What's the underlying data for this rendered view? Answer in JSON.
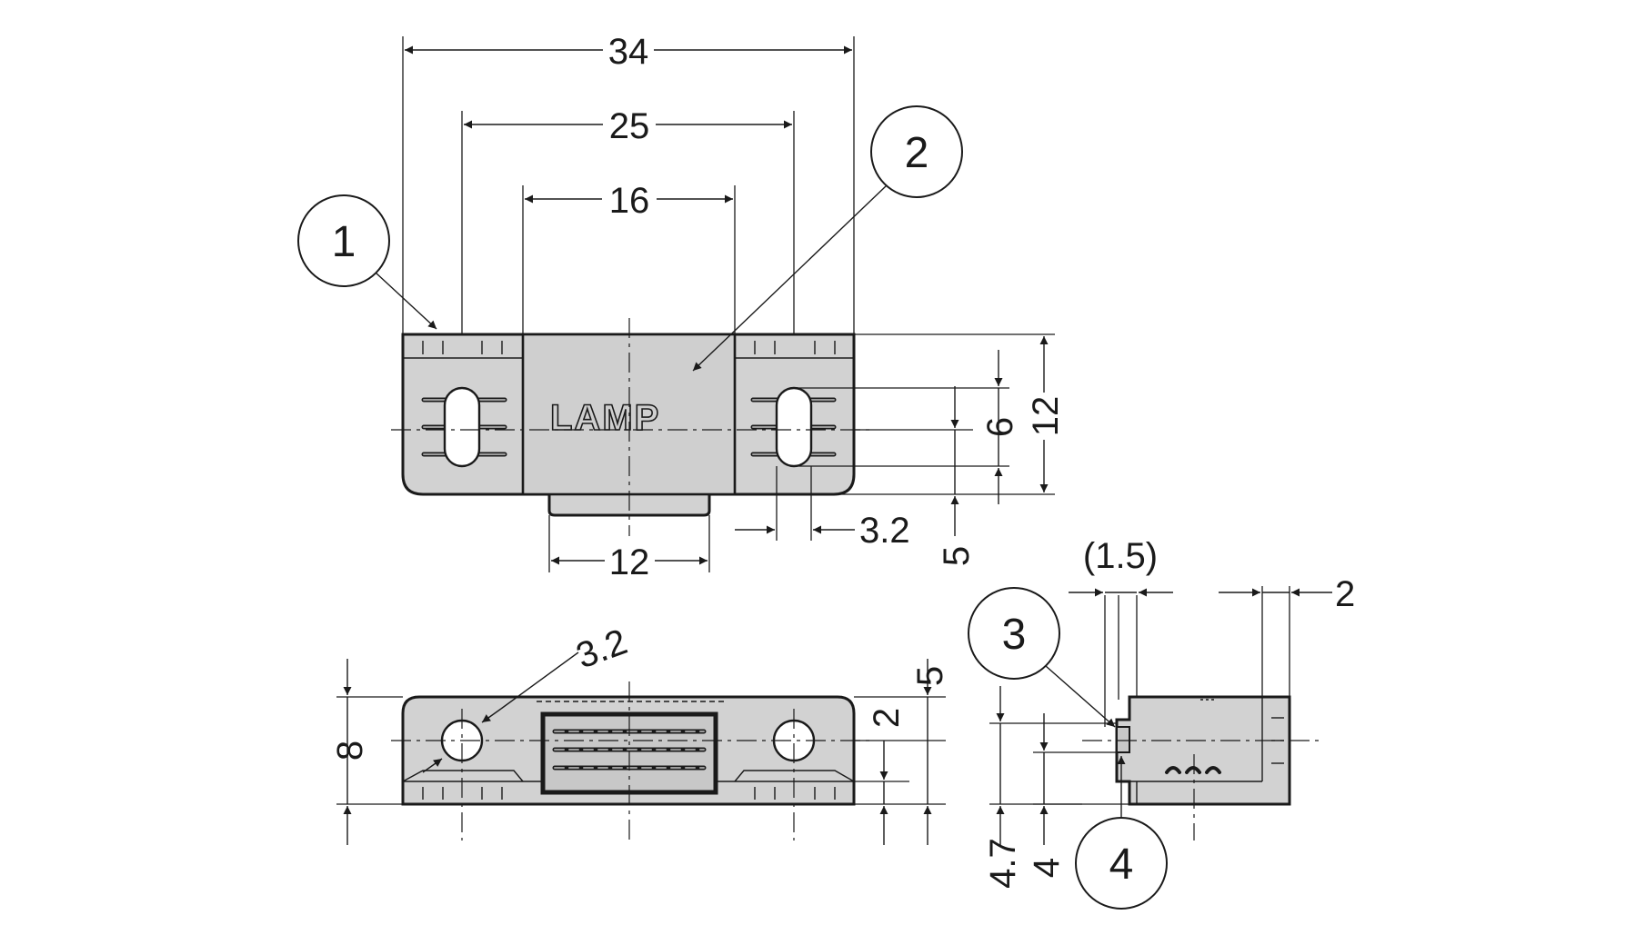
{
  "dimensions": {
    "top_overall_width": "34",
    "top_hole_pitch": "25",
    "top_center_width": "16",
    "top_height": "12",
    "top_slot_length": "6",
    "top_slot_offset": "5",
    "top_slot_width": "3.2",
    "top_tab_width": "12",
    "front_hole_dia": "3.2",
    "front_height": "8",
    "front_hole_height": "5",
    "front_base_thickness": "2",
    "side_gap": "(1.5)",
    "side_right_offset": "2",
    "side_height_a": "4.7",
    "side_height_b": "4"
  },
  "balloons": [
    "1",
    "2",
    "3",
    "4"
  ],
  "logo_text": "LAMP",
  "colors": {
    "body_fill": "#d2d2d2",
    "line": "#1a1a1a",
    "background": "#ffffff"
  }
}
